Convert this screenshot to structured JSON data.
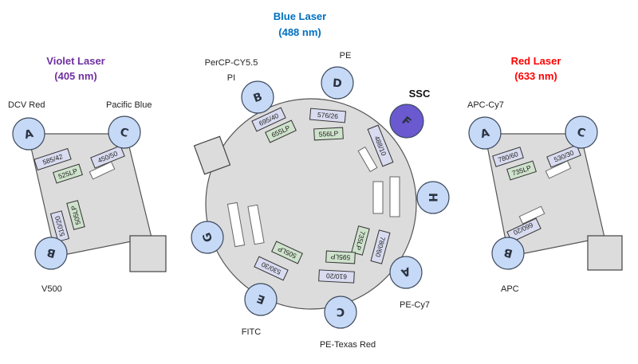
{
  "lasers": {
    "violet": {
      "title": "Violet Laser",
      "wavelength": "(405 nm)",
      "color": "#7030a0"
    },
    "blue": {
      "title": "Blue Laser",
      "wavelength": "(488 nm)",
      "color": "#0070c0"
    },
    "red": {
      "title": "Red Laser",
      "wavelength": "(633 nm)",
      "color": "#ff0000"
    }
  },
  "violet": {
    "detectors": {
      "A": "A",
      "B": "B",
      "C": "C"
    },
    "labels": {
      "A": "DCV Red",
      "B": "V500",
      "C": "Pacific Blue"
    },
    "filters": {
      "f1": "585/42",
      "f2": "450/50",
      "f3": "525LP",
      "f4": "505LP",
      "f5": "510/20"
    }
  },
  "blue": {
    "detectors": {
      "A": "A",
      "B": "B",
      "C": "C",
      "D": "D",
      "E": "E",
      "F": "F",
      "G": "G",
      "H": "H"
    },
    "labels": {
      "A": "PE-Cy7",
      "B1": "PerCP-CY5.5",
      "B2": "PI",
      "C": "PE-Texas Red",
      "D": "PE",
      "E": "FITC",
      "F": "SSC"
    },
    "filters": {
      "f1": "695/40",
      "f2": "576/26",
      "f3": "655LP",
      "f4": "556LP",
      "f5": "488/10",
      "f6": "735LP",
      "f7": "780/60",
      "f8": "505LP",
      "f9": "530/30",
      "f10": "595LP",
      "f11": "610/20"
    }
  },
  "red": {
    "detectors": {
      "A": "A",
      "B": "B",
      "C": "C"
    },
    "labels": {
      "A": "APC-Cy7",
      "B": "APC"
    },
    "filters": {
      "f1": "780/60",
      "f2": "530/30",
      "f3": "735LP",
      "f4": "660/20"
    }
  }
}
